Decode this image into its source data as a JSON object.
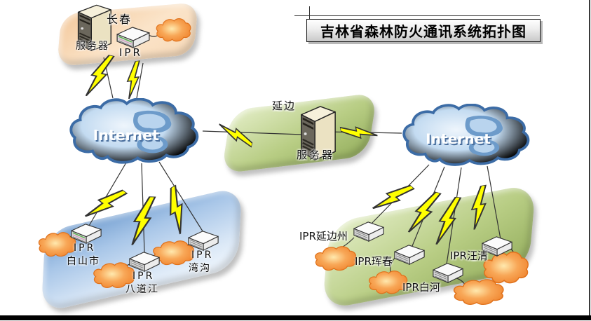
{
  "title_box": {
    "text": "吉林省森林防火通讯系统拓扑图"
  },
  "internet_clouds": [
    {
      "label": "Internet"
    },
    {
      "label": "Internet"
    }
  ],
  "sites": {
    "changchun": {
      "region": "长春",
      "server": "服务器",
      "router": "IPR"
    },
    "yanbian": {
      "region": "延边",
      "server": "服务器"
    },
    "baishan_group": [
      {
        "line1": "IPR",
        "line2": "白山市"
      },
      {
        "line1": "IPR",
        "line2": "八道江"
      },
      {
        "line1": "IPR",
        "line2": "湾沟"
      }
    ],
    "yanbian_group": [
      {
        "label": "IPR延边州"
      },
      {
        "label": "IPR珲春"
      },
      {
        "label": "IPR白河"
      },
      {
        "label": "IPR汪清"
      }
    ]
  },
  "colors": {
    "internet_cloud_fill": "#a9cbe8",
    "internet_cloud_border": "#3c6ca6",
    "radio_cloud_fill": "#f0923f",
    "radio_cloud_border": "#e0721c",
    "lightning": "#ffff00",
    "plate_changchun": "#f8d9b4",
    "plate_yanbian": "#b8cd84",
    "plate_baishan": "#a8c6e8",
    "plate_yanbian_group": "#a9c06f",
    "footer_bar": "#000000"
  }
}
